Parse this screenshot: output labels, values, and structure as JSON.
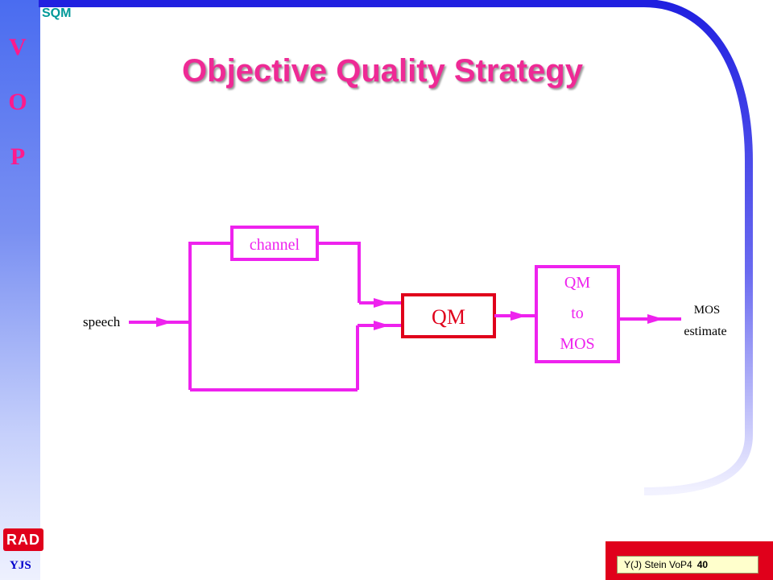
{
  "slide": {
    "section_label": "SQM",
    "title": "Objective Quality Strategy",
    "vop_letters": [
      "V",
      "O",
      "P"
    ],
    "logo_text": "RAD",
    "author_initials": "YJS",
    "footer": {
      "text": "Y(J) Stein  VoP4",
      "page_number": "40"
    }
  },
  "diagram": {
    "input_label": "speech",
    "channel_label": "channel",
    "qm_label": "QM",
    "mapper_lines": [
      "QM",
      "to",
      "MOS"
    ],
    "output_lines": [
      "MOS",
      "estimate"
    ]
  },
  "colors": {
    "accent_magenta": "#ee22ee",
    "title_pink": "#ee2a95",
    "qm_box_red": "#e0001b",
    "frame_blue": "#2020e0",
    "section_teal": "#009999"
  }
}
